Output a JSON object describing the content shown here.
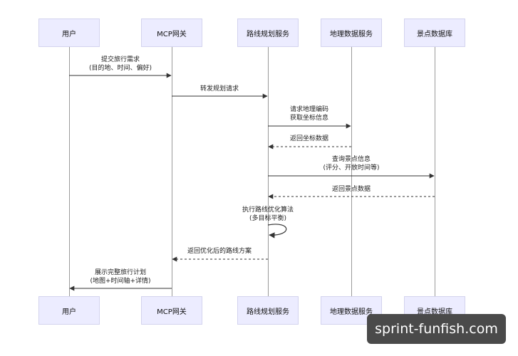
{
  "participants": [
    {
      "id": "user",
      "label": "用户"
    },
    {
      "id": "gateway",
      "label": "MCP网关"
    },
    {
      "id": "route",
      "label": "路线规划服务"
    },
    {
      "id": "geo",
      "label": "地理数据服务"
    },
    {
      "id": "poi",
      "label": "景点数据库"
    }
  ],
  "messages": [
    {
      "id": "m1",
      "from": "user",
      "to": "gateway",
      "style": "solid",
      "lines": [
        "提交旅行需求",
        "(目的地、时间、偏好)"
      ]
    },
    {
      "id": "m2",
      "from": "gateway",
      "to": "route",
      "style": "solid",
      "lines": [
        "转发规划请求"
      ]
    },
    {
      "id": "m3",
      "from": "route",
      "to": "geo",
      "style": "solid",
      "lines": [
        "请求地理编码",
        "获取坐标信息"
      ]
    },
    {
      "id": "m4",
      "from": "geo",
      "to": "route",
      "style": "dashed",
      "lines": [
        "返回坐标数据"
      ]
    },
    {
      "id": "m5",
      "from": "route",
      "to": "poi",
      "style": "solid",
      "lines": [
        "查询景点信息",
        "(评分、开放时间等)"
      ]
    },
    {
      "id": "m6",
      "from": "poi",
      "to": "route",
      "style": "dashed",
      "lines": [
        "返回景点数据"
      ]
    },
    {
      "id": "m7",
      "from": "route",
      "to": "route",
      "style": "self",
      "lines": [
        "执行路线优化算法",
        "(多目标平衡)"
      ]
    },
    {
      "id": "m8",
      "from": "route",
      "to": "gateway",
      "style": "dashed",
      "lines": [
        "返回优化后的路线方案"
      ]
    },
    {
      "id": "m9",
      "from": "gateway",
      "to": "user",
      "style": "solid",
      "lines": [
        "展示完整旅行计划",
        "(地图+时间轴+详情)"
      ]
    }
  ],
  "watermark": "sprint-funfish.com",
  "colors": {
    "actor_fill": "#ececff",
    "actor_border": "#d3d3ee",
    "line": "#333333",
    "lifeline": "#9a9a9a"
  }
}
